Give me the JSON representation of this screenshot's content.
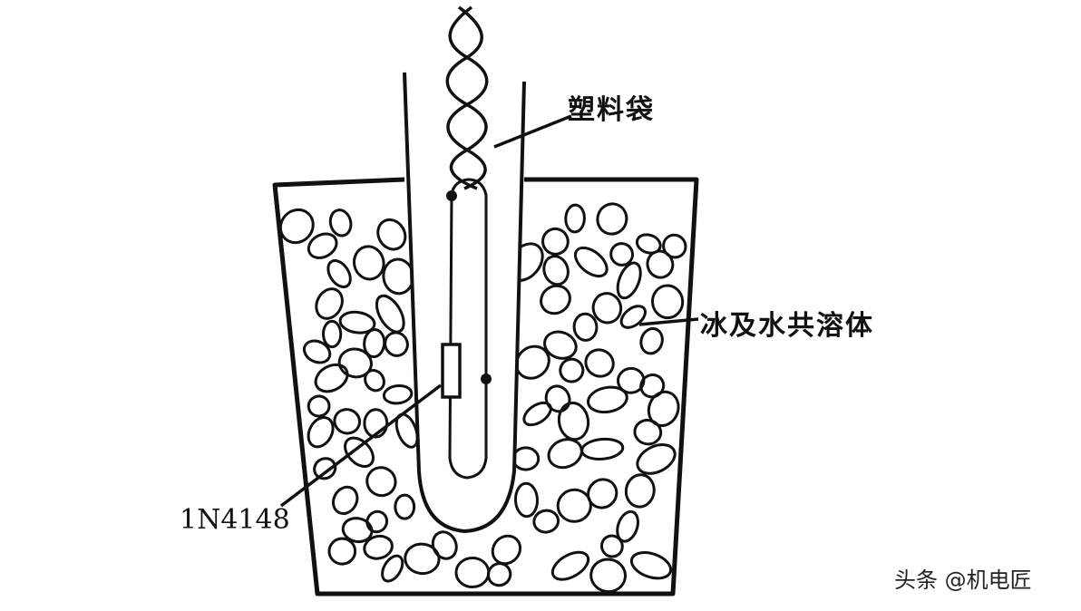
{
  "diagram": {
    "labels": {
      "bag": "塑料袋",
      "ice_water": "冰及水共溶体",
      "diode": "1N4148"
    },
    "watermark": "头条 @机电匠"
  }
}
